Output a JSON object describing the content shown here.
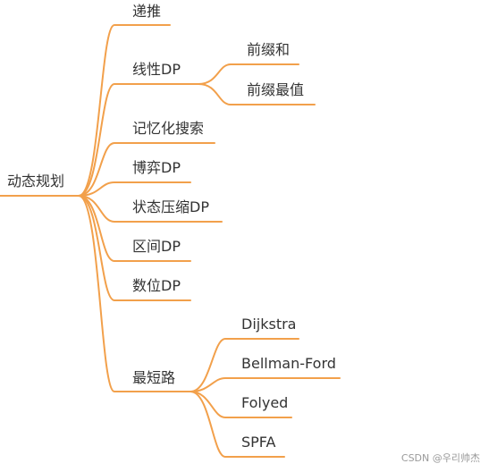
{
  "root": {
    "label": "动态规划"
  },
  "branches": [
    {
      "id": "dituei",
      "label": "递推"
    },
    {
      "id": "xianxing",
      "label": "线性DP",
      "children": [
        {
          "id": "qianzhuihe",
          "label": "前缀和"
        },
        {
          "id": "qianzhuizuizhi",
          "label": "前缀最值"
        }
      ]
    },
    {
      "id": "jiyi",
      "label": "记忆化搜索"
    },
    {
      "id": "boyi",
      "label": "博弈DP"
    },
    {
      "id": "zhuangtai",
      "label": "状态压缩DP"
    },
    {
      "id": "qujian",
      "label": "区间DP"
    },
    {
      "id": "shuwei",
      "label": "数位DP"
    },
    {
      "id": "zuiduanlu",
      "label": "最短路",
      "children": [
        {
          "id": "dijkstra",
          "label": "Dijkstra"
        },
        {
          "id": "bellman",
          "label": "Bellman-Ford"
        },
        {
          "id": "folyed",
          "label": "Folyed"
        },
        {
          "id": "spfa",
          "label": "SPFA"
        }
      ]
    }
  ],
  "watermark": "CSDN @우리帅杰",
  "colors": {
    "line": "#F2A04B",
    "text": "#333333"
  }
}
